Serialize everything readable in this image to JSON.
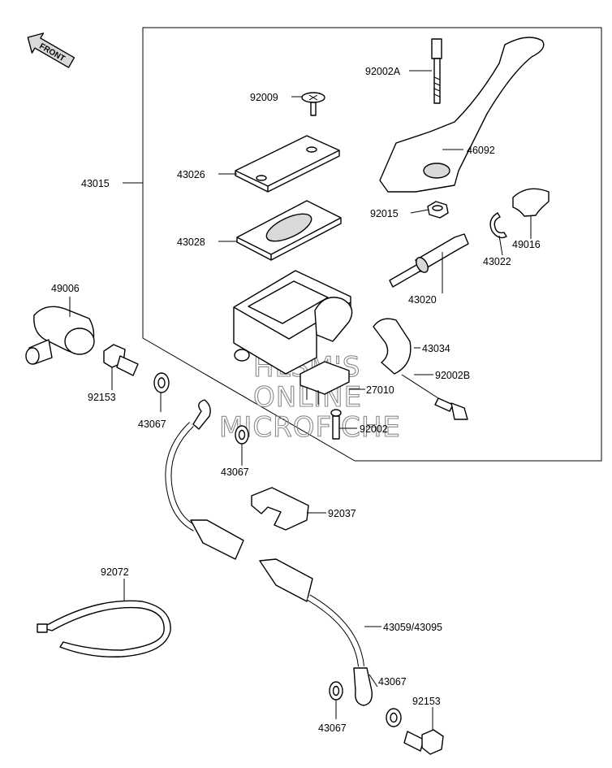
{
  "front_arrow": {
    "text": "FRONT"
  },
  "watermark": [
    "HLSM'S",
    "ONLINE",
    "MICROFICHE"
  ],
  "parts": [
    {
      "id": "p92002A",
      "label": "92002A"
    },
    {
      "id": "p92009",
      "label": "92009"
    },
    {
      "id": "p46092",
      "label": "46092"
    },
    {
      "id": "p43015",
      "label": "43015"
    },
    {
      "id": "p43026",
      "label": "43026"
    },
    {
      "id": "p92015",
      "label": "92015"
    },
    {
      "id": "p43028",
      "label": "43028"
    },
    {
      "id": "p49016",
      "label": "49016"
    },
    {
      "id": "p43022",
      "label": "43022"
    },
    {
      "id": "p49006",
      "label": "49006"
    },
    {
      "id": "p43020",
      "label": "43020"
    },
    {
      "id": "p43034",
      "label": "43034"
    },
    {
      "id": "p92153a",
      "label": "92153"
    },
    {
      "id": "p92002B",
      "label": "92002B"
    },
    {
      "id": "p27010",
      "label": "27010"
    },
    {
      "id": "p43067a",
      "label": "43067"
    },
    {
      "id": "p92002",
      "label": "92002"
    },
    {
      "id": "p43067b",
      "label": "43067"
    },
    {
      "id": "p92037",
      "label": "92037"
    },
    {
      "id": "p92072",
      "label": "92072"
    },
    {
      "id": "p43059",
      "label": "43059/43095"
    },
    {
      "id": "p43067c",
      "label": "43067"
    },
    {
      "id": "p92153b",
      "label": "92153"
    },
    {
      "id": "p43067d",
      "label": "43067"
    }
  ]
}
